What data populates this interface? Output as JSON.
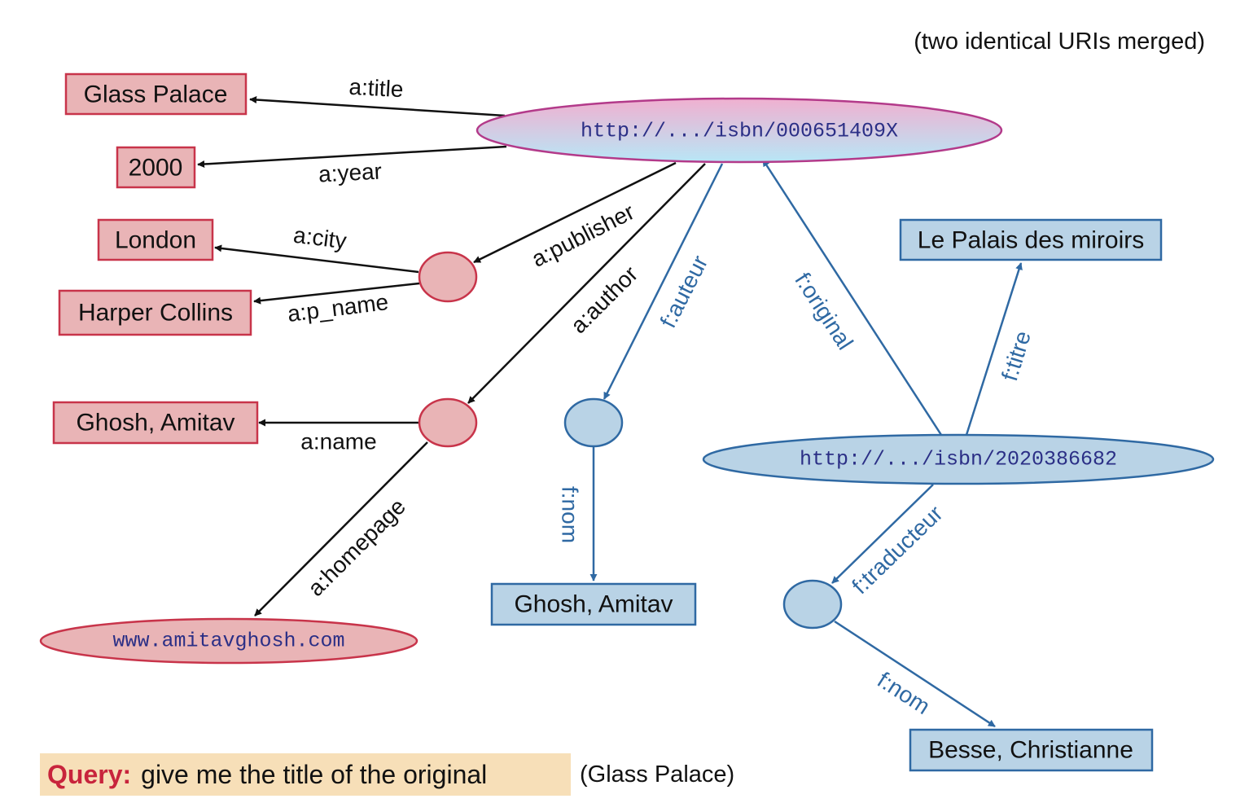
{
  "note": "(two identical URIs merged)",
  "colors": {
    "english_fill": "#e9b4b6",
    "english_stroke": "#c8344a",
    "french_fill": "#b9d3e6",
    "french_stroke": "#2f69a3",
    "query_bg": "#f7dfb8",
    "query_label": "#c8243c"
  },
  "nodes": {
    "uri_english_book": "http://.../isbn/000651409X",
    "uri_french_book": "http://.../isbn/2020386682",
    "uri_homepage": "www.amitavghosh.com",
    "lit_glass_palace": "Glass Palace",
    "lit_year": "2000",
    "lit_london": "London",
    "lit_harper_collins": "Harper Collins",
    "lit_ghosh_en": "Ghosh, Amitav",
    "lit_ghosh_fr": "Ghosh, Amitav",
    "lit_palais": "Le Palais des miroirs",
    "lit_besse": "Besse, Christianne"
  },
  "edges": {
    "a_title": "a:title",
    "a_year": "a:year",
    "a_publisher": "a:publisher",
    "a_city": "a:city",
    "a_p_name": "a:p_name",
    "a_author": "a:author",
    "a_name": "a:name",
    "a_homepage": "a:homepage",
    "f_auteur": "f:auteur",
    "f_nom_1": "f:nom",
    "f_original": "f:original",
    "f_titre": "f:titre",
    "f_traducteur": "f:traducteur",
    "f_nom_2": "f:nom"
  },
  "query": {
    "label": "Query:",
    "text": "give me the title of the original",
    "answer": "(Glass Palace)"
  }
}
